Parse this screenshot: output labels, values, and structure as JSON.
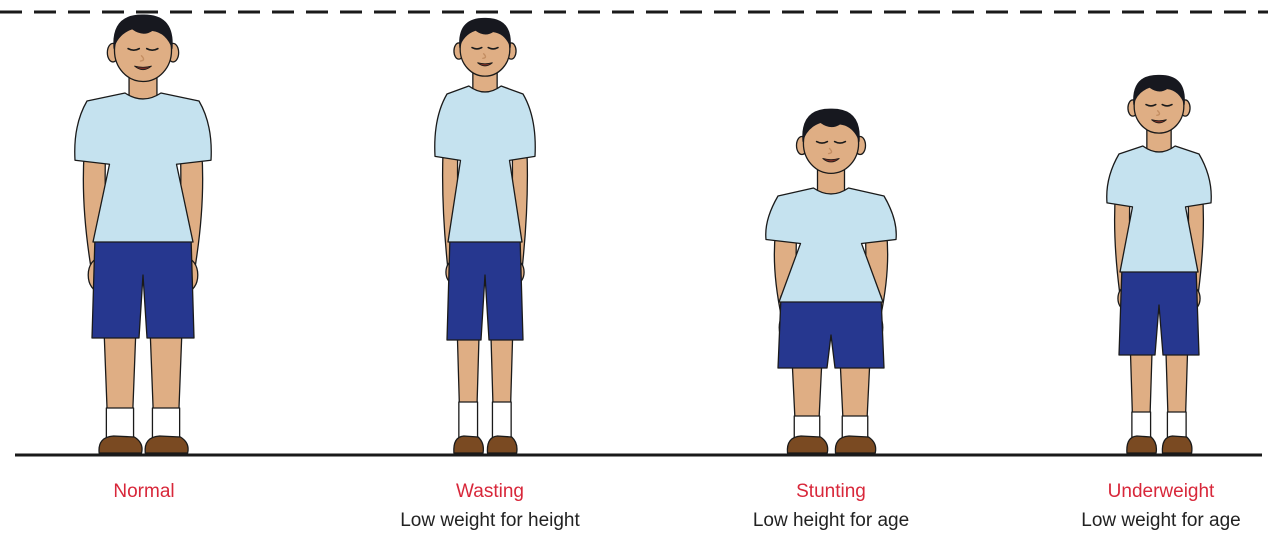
{
  "figure": {
    "colors": {
      "skin": "#dfae84",
      "skin_shadow": "#c48e62",
      "hair": "#17181f",
      "shirt": "#c5e2ef",
      "shorts": "#26378f",
      "shoe": "#7a4a22",
      "sock": "#ffffff",
      "outline": "#1a1a1a",
      "label": "#d8273a",
      "text": "#222222"
    },
    "children": [
      {
        "id": "normal",
        "status": "Normal",
        "description": ""
      },
      {
        "id": "wasting",
        "status": "Wasting",
        "description": "Low weight for height"
      },
      {
        "id": "stunting",
        "status": "Stunting",
        "description": "Low height for age"
      },
      {
        "id": "underweight",
        "status": "Underweight",
        "description": "Low weight for age"
      }
    ]
  }
}
